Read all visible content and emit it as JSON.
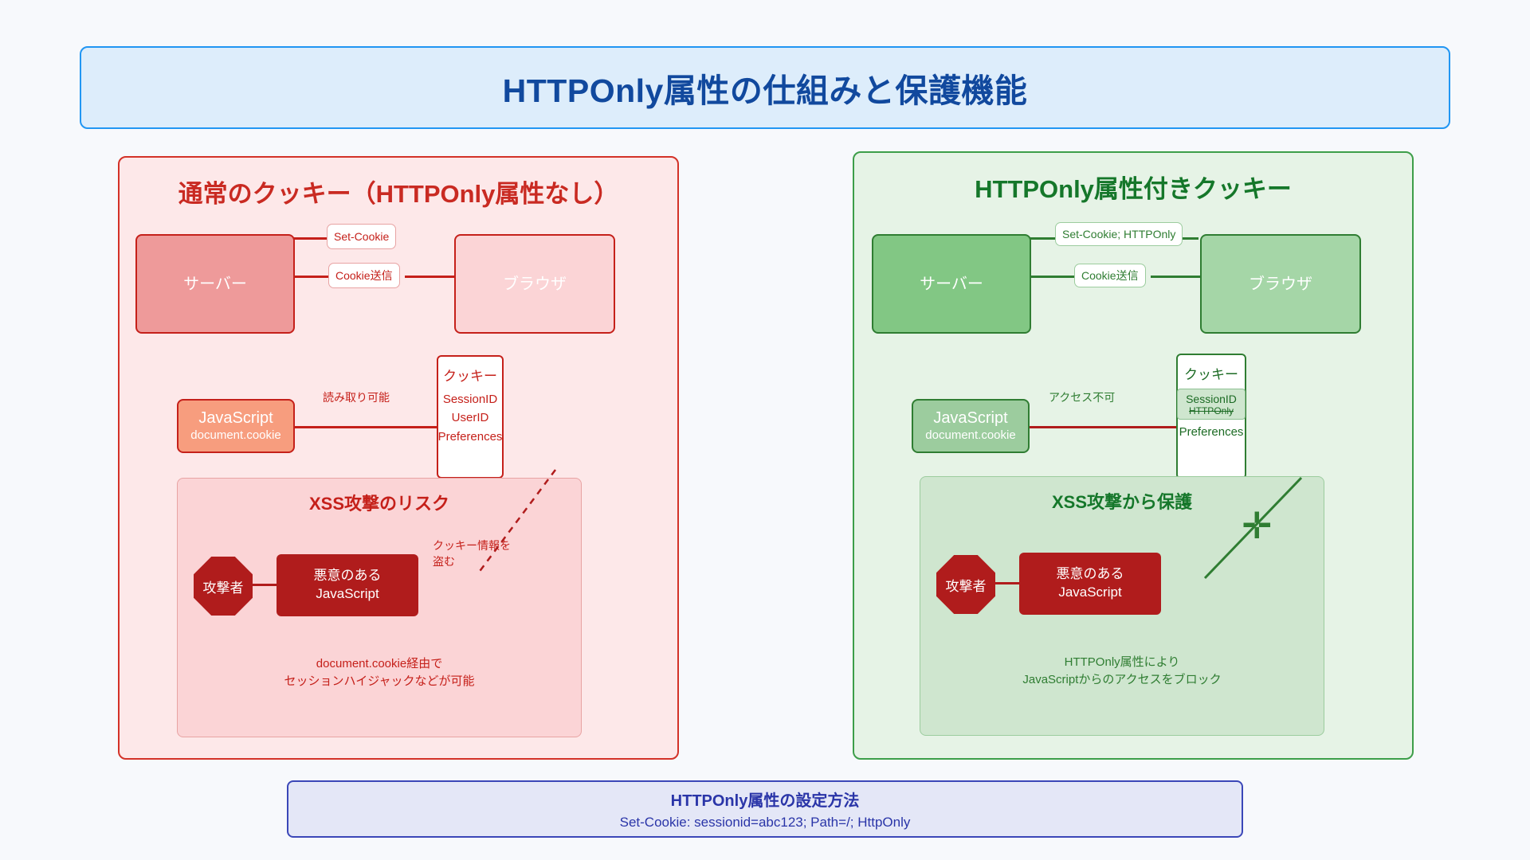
{
  "title": {
    "text": "HTTPOnly属性の仕組みと保護機能"
  },
  "colors": {
    "page_bg": "#f7f9fc",
    "title_border": "#2196f3",
    "title_bg": "#ddedfb",
    "title_text": "#11499e",
    "red_accent": "#c5201a",
    "green_accent": "#2f7d32",
    "attacker_red": "#b01c1c",
    "footer_accent": "#3b47b8"
  },
  "left_panel": {
    "title": "通常のクッキー（HTTPOnly属性なし）",
    "server": {
      "label": "サーバー"
    },
    "browser": {
      "label": "ブラウザ"
    },
    "edges": {
      "set_cookie": "Set-Cookie",
      "cookie_send": "Cookie送信"
    },
    "javascript": {
      "main": "JavaScript",
      "sub": "document.cookie"
    },
    "access_label": "読み取り可能",
    "cookie": {
      "title": "クッキー",
      "items": [
        "SessionID",
        "UserID",
        "Preferences"
      ]
    },
    "xss": {
      "title": "XSS攻撃のリスク",
      "attacker": "攻撃者",
      "evil_js_line1": "悪意のある",
      "evil_js_line2": "JavaScript",
      "steal_label_line1": "クッキー情報を",
      "steal_label_line2": "盗む",
      "note_line1": "document.cookie経由で",
      "note_line2": "セッションハイジャックなどが可能"
    }
  },
  "right_panel": {
    "title": "HTTPOnly属性付きクッキー",
    "server": {
      "label": "サーバー"
    },
    "browser": {
      "label": "ブラウザ"
    },
    "edges": {
      "set_cookie": "Set-Cookie; HTTPOnly",
      "cookie_send": "Cookie送信"
    },
    "javascript": {
      "main": "JavaScript",
      "sub": "document.cookie"
    },
    "access_label": "アクセス不可",
    "cookie": {
      "title": "クッキー",
      "protected_item": "SessionID",
      "protected_flag": "HTTPOnly",
      "items": [
        "Preferences"
      ]
    },
    "xss": {
      "title": "XSS攻撃から保護",
      "attacker": "攻撃者",
      "evil_js_line1": "悪意のある",
      "evil_js_line2": "JavaScript",
      "block_marker": "✛",
      "note_line1": "HTTPOnly属性により",
      "note_line2": "JavaScriptからのアクセスをブロック"
    }
  },
  "footer": {
    "title": "HTTPOnly属性の設定方法",
    "code": "Set-Cookie: sessionid=abc123; Path=/; HttpOnly"
  }
}
